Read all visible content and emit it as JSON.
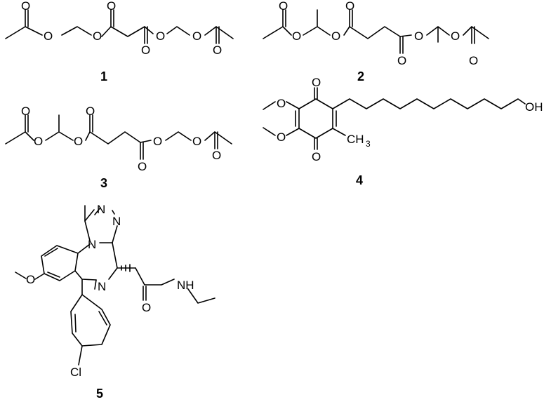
{
  "compounds": [
    {
      "number": "1"
    },
    {
      "number": "2"
    },
    {
      "number": "3"
    },
    {
      "number": "4",
      "labels": {
        "hydroxyl": "OH",
        "methyl": "CH",
        "methyl_sub": "3"
      }
    },
    {
      "number": "5",
      "labels": {
        "chloro": "Cl",
        "amide_n": "NH"
      }
    }
  ],
  "atoms": {
    "oxygen": "O",
    "nitrogen": "N"
  }
}
